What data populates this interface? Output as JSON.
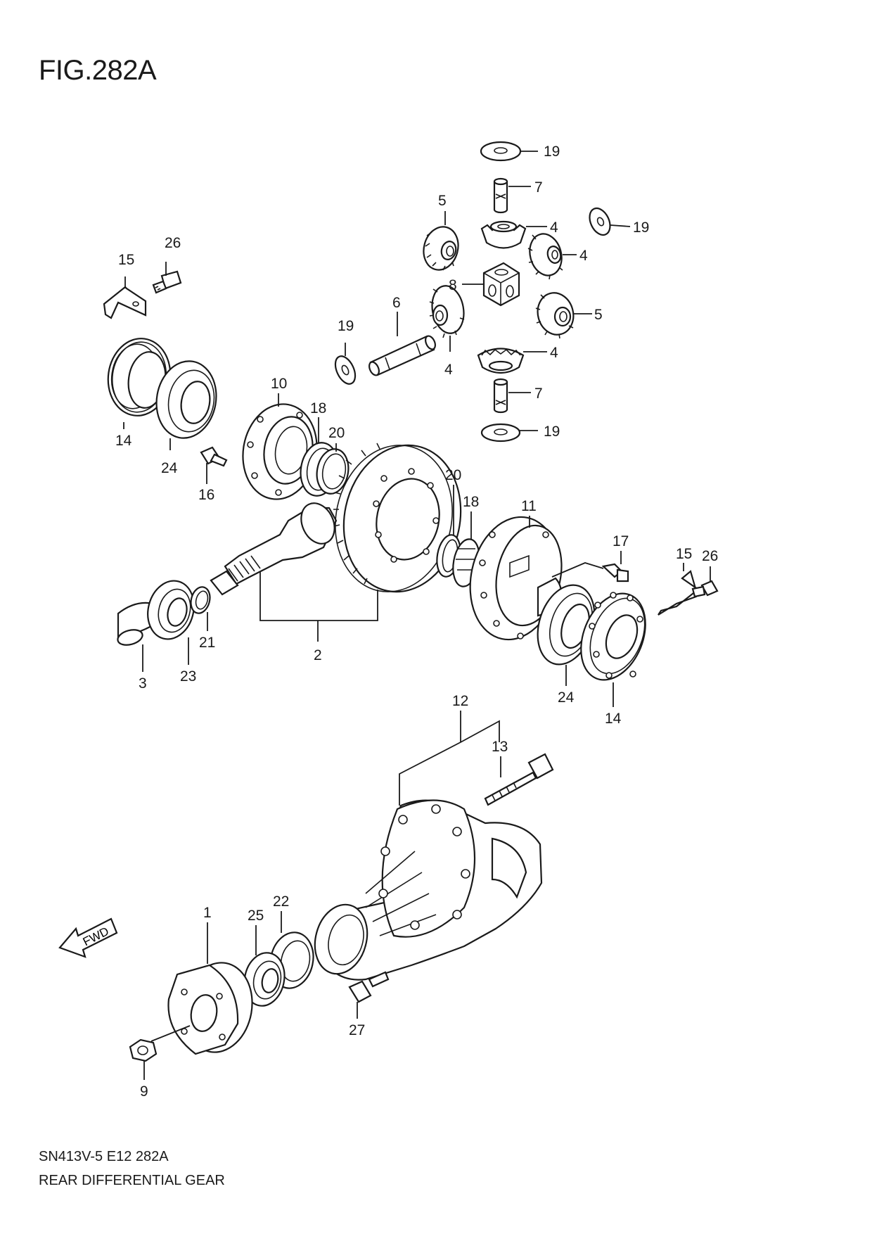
{
  "figure": {
    "title": "FIG.282A"
  },
  "footer": {
    "code": "SN413V-5 E12 282A",
    "caption": "REAR DIFFERENTIAL GEAR"
  },
  "direction_label": "FWD",
  "callouts": [
    {
      "id": "c19a",
      "label": "19"
    },
    {
      "id": "c7a",
      "label": "7"
    },
    {
      "id": "c5a",
      "label": "5"
    },
    {
      "id": "c4a",
      "label": "4"
    },
    {
      "id": "c19b",
      "label": "19"
    },
    {
      "id": "c4b",
      "label": "4"
    },
    {
      "id": "c8",
      "label": "8"
    },
    {
      "id": "c26a",
      "label": "26"
    },
    {
      "id": "c15a",
      "label": "15"
    },
    {
      "id": "c6",
      "label": "6"
    },
    {
      "id": "c5b",
      "label": "5"
    },
    {
      "id": "c19c",
      "label": "19"
    },
    {
      "id": "c4c",
      "label": "4"
    },
    {
      "id": "c4d",
      "label": "4"
    },
    {
      "id": "c7b",
      "label": "7"
    },
    {
      "id": "c19d",
      "label": "19"
    },
    {
      "id": "c10",
      "label": "10"
    },
    {
      "id": "c18a",
      "label": "18"
    },
    {
      "id": "c20a",
      "label": "20"
    },
    {
      "id": "c14a",
      "label": "14"
    },
    {
      "id": "c24a",
      "label": "24"
    },
    {
      "id": "c16",
      "label": "16"
    },
    {
      "id": "c20b",
      "label": "20"
    },
    {
      "id": "c18b",
      "label": "18"
    },
    {
      "id": "c11",
      "label": "11"
    },
    {
      "id": "c17",
      "label": "17"
    },
    {
      "id": "c15b",
      "label": "15"
    },
    {
      "id": "c26b",
      "label": "26"
    },
    {
      "id": "c21",
      "label": "21"
    },
    {
      "id": "c2",
      "label": "2"
    },
    {
      "id": "c23",
      "label": "23"
    },
    {
      "id": "c3",
      "label": "3"
    },
    {
      "id": "c24b",
      "label": "24"
    },
    {
      "id": "c14b",
      "label": "14"
    },
    {
      "id": "c12",
      "label": "12"
    },
    {
      "id": "c13",
      "label": "13"
    },
    {
      "id": "c22",
      "label": "22"
    },
    {
      "id": "c25",
      "label": "25"
    },
    {
      "id": "c1",
      "label": "1"
    },
    {
      "id": "c27",
      "label": "27"
    },
    {
      "id": "c9",
      "label": "9"
    }
  ]
}
